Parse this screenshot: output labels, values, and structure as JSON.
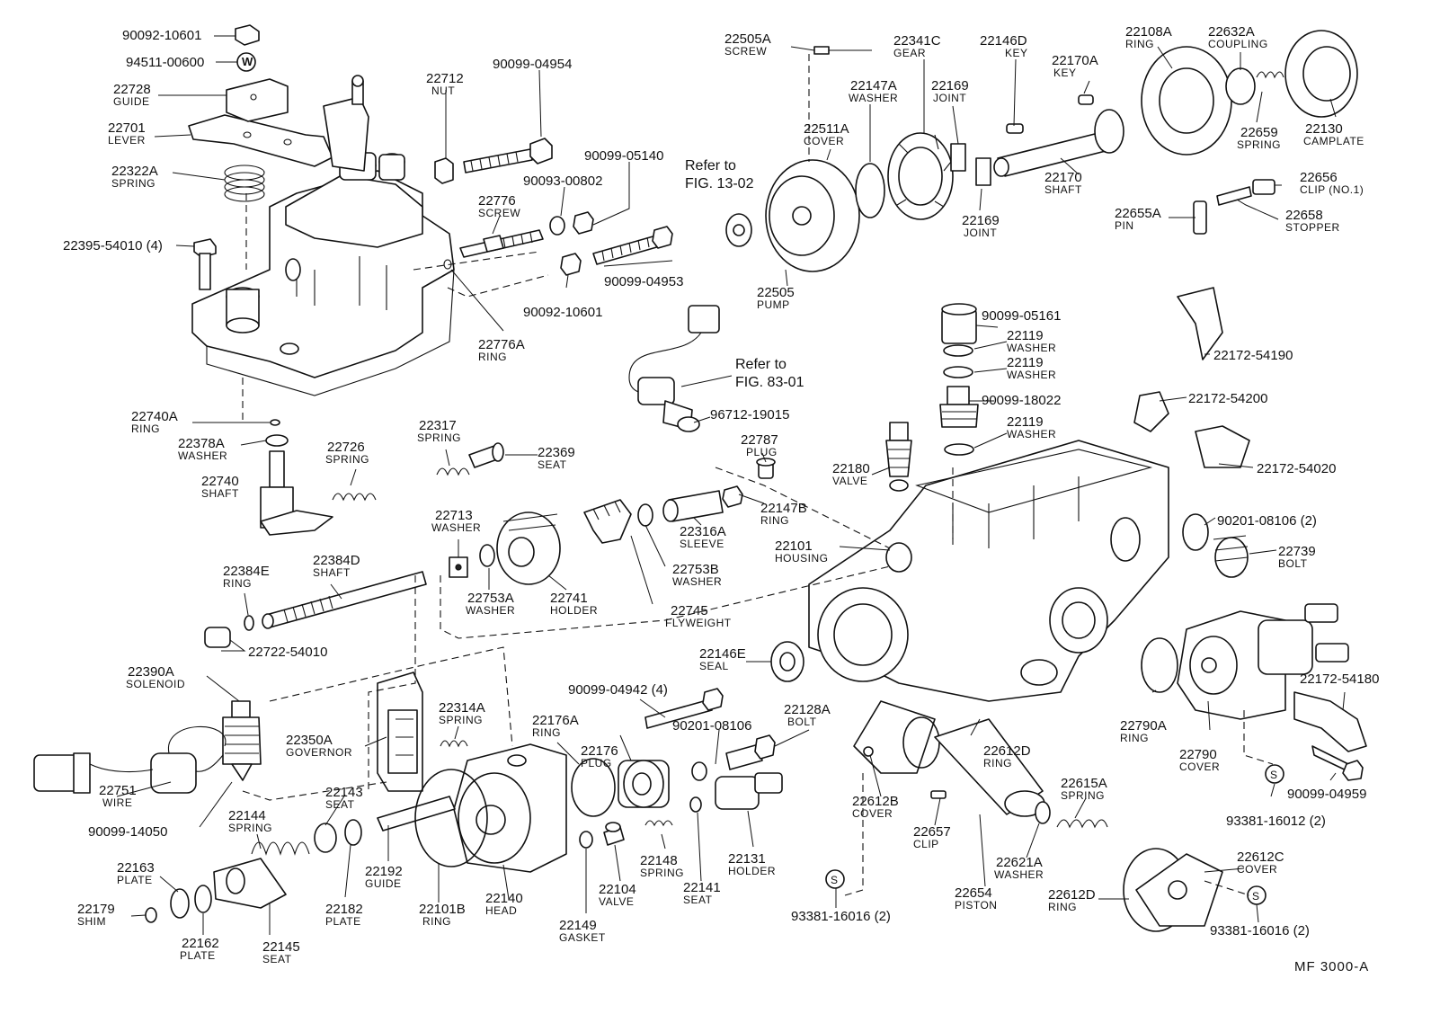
{
  "figure_code": "MF 3000-A",
  "refs": [
    {
      "id": "r1",
      "lines": [
        "Refer to",
        "FIG. 13-02"
      ]
    },
    {
      "id": "r2",
      "lines": [
        "Refer to",
        "FIG. 83-01"
      ]
    }
  ],
  "callouts": [
    {
      "id": "c1",
      "number": "90092-10601",
      "name": ""
    },
    {
      "id": "c2",
      "number": "94511-00600",
      "name": ""
    },
    {
      "id": "c3",
      "number": "22728",
      "name": "GUIDE"
    },
    {
      "id": "c4",
      "number": "22701",
      "name": "LEVER"
    },
    {
      "id": "c5",
      "number": "22322A",
      "name": "SPRING"
    },
    {
      "id": "c6",
      "number": "22395-54010 (4)",
      "name": ""
    },
    {
      "id": "c7",
      "number": "22712",
      "name": "NUT"
    },
    {
      "id": "c8",
      "number": "90099-04954",
      "name": ""
    },
    {
      "id": "c9",
      "number": "90099-05140",
      "name": ""
    },
    {
      "id": "c10",
      "number": "90093-00802",
      "name": ""
    },
    {
      "id": "c11",
      "number": "22776",
      "name": "SCREW"
    },
    {
      "id": "c12",
      "number": "90099-04953",
      "name": ""
    },
    {
      "id": "c13",
      "number": "90092-10601",
      "name": ""
    },
    {
      "id": "c14",
      "number": "22776A",
      "name": "RING"
    },
    {
      "id": "c15",
      "number": "22740A",
      "name": "RING"
    },
    {
      "id": "c16",
      "number": "22378A",
      "name": "WASHER"
    },
    {
      "id": "c17",
      "number": "22740",
      "name": "SHAFT"
    },
    {
      "id": "c18",
      "number": "22726",
      "name": "SPRING"
    },
    {
      "id": "c19",
      "number": "22317",
      "name": "SPRING"
    },
    {
      "id": "c20",
      "number": "22369",
      "name": "SEAT"
    },
    {
      "id": "c21",
      "number": "22713",
      "name": "WASHER"
    },
    {
      "id": "c22",
      "number": "22384D",
      "name": "SHAFT"
    },
    {
      "id": "c23",
      "number": "22384E",
      "name": "RING"
    },
    {
      "id": "c24",
      "number": "22753A",
      "name": "WASHER"
    },
    {
      "id": "c25",
      "number": "22741",
      "name": "HOLDER"
    },
    {
      "id": "c26",
      "number": "22722-54010",
      "name": ""
    },
    {
      "id": "c27",
      "number": "22390A",
      "name": "SOLENOID"
    },
    {
      "id": "c28",
      "number": "22751",
      "name": "WIRE"
    },
    {
      "id": "c29",
      "number": "90099-14050",
      "name": ""
    },
    {
      "id": "c30",
      "number": "22350A",
      "name": "GOVERNOR"
    },
    {
      "id": "c31",
      "number": "22314A",
      "name": "SPRING"
    },
    {
      "id": "c32",
      "number": "22143",
      "name": "SEAT"
    },
    {
      "id": "c33",
      "number": "22144",
      "name": "SPRING"
    },
    {
      "id": "c34",
      "number": "22163",
      "name": "PLATE"
    },
    {
      "id": "c35",
      "number": "22179",
      "name": "SHIM"
    },
    {
      "id": "c36",
      "number": "22162",
      "name": "PLATE"
    },
    {
      "id": "c37",
      "number": "22145",
      "name": "SEAT"
    },
    {
      "id": "c38",
      "number": "22182",
      "name": "PLATE"
    },
    {
      "id": "c39",
      "number": "22192",
      "name": "GUIDE"
    },
    {
      "id": "c40",
      "number": "22101B",
      "name": "RING"
    },
    {
      "id": "c41",
      "number": "22140",
      "name": "HEAD"
    },
    {
      "id": "c42",
      "number": "22149",
      "name": "GASKET"
    },
    {
      "id": "c43",
      "number": "22104",
      "name": "VALVE"
    },
    {
      "id": "c44",
      "number": "22148",
      "name": "SPRING"
    },
    {
      "id": "c45",
      "number": "22141",
      "name": "SEAT"
    },
    {
      "id": "c46",
      "number": "22131",
      "name": "HOLDER"
    },
    {
      "id": "c47",
      "number": "22176A",
      "name": "RING"
    },
    {
      "id": "c48",
      "number": "22176",
      "name": "PLUG"
    },
    {
      "id": "c49",
      "number": "90201-08106",
      "name": ""
    },
    {
      "id": "c50",
      "number": "90099-04942 (4)",
      "name": ""
    },
    {
      "id": "c51",
      "number": "22128A",
      "name": "BOLT"
    },
    {
      "id": "c52",
      "number": "22146E",
      "name": "SEAL"
    },
    {
      "id": "c53",
      "number": "22745",
      "name": "FLYWEIGHT"
    },
    {
      "id": "c54",
      "number": "22753B",
      "name": "WASHER"
    },
    {
      "id": "c55",
      "number": "22316A",
      "name": "SLEEVE"
    },
    {
      "id": "c56",
      "number": "22147B",
      "name": "RING"
    },
    {
      "id": "c57",
      "number": "22787",
      "name": "PLUG"
    },
    {
      "id": "c58",
      "number": "96712-19015",
      "name": ""
    },
    {
      "id": "c59",
      "number": "22101",
      "name": "HOUSING"
    },
    {
      "id": "c60",
      "number": "22180",
      "name": "VALVE"
    },
    {
      "id": "c61",
      "number": "90099-05161",
      "name": ""
    },
    {
      "id": "c62",
      "number": "22119",
      "name": "WASHER"
    },
    {
      "id": "c63",
      "number": "22119",
      "name": "WASHER"
    },
    {
      "id": "c64",
      "number": "90099-18022",
      "name": ""
    },
    {
      "id": "c65",
      "number": "22119",
      "name": "WASHER"
    },
    {
      "id": "c66",
      "number": "22505A",
      "name": "SCREW"
    },
    {
      "id": "c67",
      "number": "22511A",
      "name": "COVER"
    },
    {
      "id": "c68",
      "number": "22505",
      "name": "PUMP"
    },
    {
      "id": "c69",
      "number": "22147A",
      "name": "WASHER"
    },
    {
      "id": "c70",
      "number": "22341C",
      "name": "GEAR"
    },
    {
      "id": "c71",
      "number": "22169",
      "name": "JOINT"
    },
    {
      "id": "c72",
      "number": "22169",
      "name": "JOINT"
    },
    {
      "id": "c73",
      "number": "22146D",
      "name": "KEY"
    },
    {
      "id": "c74",
      "number": "22170A",
      "name": "KEY"
    },
    {
      "id": "c75",
      "number": "22170",
      "name": "SHAFT"
    },
    {
      "id": "c76",
      "number": "22108A",
      "name": "RING"
    },
    {
      "id": "c77",
      "number": "22632A",
      "name": "COUPLING"
    },
    {
      "id": "c78",
      "number": "22659",
      "name": "SPRING"
    },
    {
      "id": "c79",
      "number": "22130",
      "name": "CAMPLATE"
    },
    {
      "id": "c80",
      "number": "22656",
      "name": "CLIP (NO.1)"
    },
    {
      "id": "c81",
      "number": "22655A",
      "name": "PIN"
    },
    {
      "id": "c82",
      "number": "22658",
      "name": "STOPPER"
    },
    {
      "id": "c83",
      "number": "22172-54190",
      "name": ""
    },
    {
      "id": "c84",
      "number": "22172-54200",
      "name": ""
    },
    {
      "id": "c85",
      "number": "22172-54020",
      "name": ""
    },
    {
      "id": "c86",
      "number": "90201-08106 (2)",
      "name": ""
    },
    {
      "id": "c87",
      "number": "22739",
      "name": "BOLT"
    },
    {
      "id": "c88",
      "number": "22790A",
      "name": "RING"
    },
    {
      "id": "c89",
      "number": "22790",
      "name": "COVER"
    },
    {
      "id": "c90",
      "number": "22172-54180",
      "name": ""
    },
    {
      "id": "c91",
      "number": "90099-04959",
      "name": ""
    },
    {
      "id": "c92",
      "number": "93381-16012 (2)",
      "name": ""
    },
    {
      "id": "c93",
      "number": "22612D",
      "name": "RING"
    },
    {
      "id": "c94",
      "number": "22612B",
      "name": "COVER"
    },
    {
      "id": "c95",
      "number": "22657",
      "name": "CLIP"
    },
    {
      "id": "c96",
      "number": "22654",
      "name": "PISTON"
    },
    {
      "id": "c97",
      "number": "22621A",
      "name": "WASHER"
    },
    {
      "id": "c98",
      "number": "22615A",
      "name": "SPRING"
    },
    {
      "id": "c99",
      "number": "22612C",
      "name": "COVER"
    },
    {
      "id": "c100",
      "number": "22612D",
      "name": "RING"
    },
    {
      "id": "c101",
      "number": "93381-16016 (2)",
      "name": ""
    },
    {
      "id": "c102",
      "number": "93381-16016 (2)",
      "name": ""
    }
  ],
  "symbols": {
    "washer_mark": "W",
    "seal_mark": "S"
  }
}
